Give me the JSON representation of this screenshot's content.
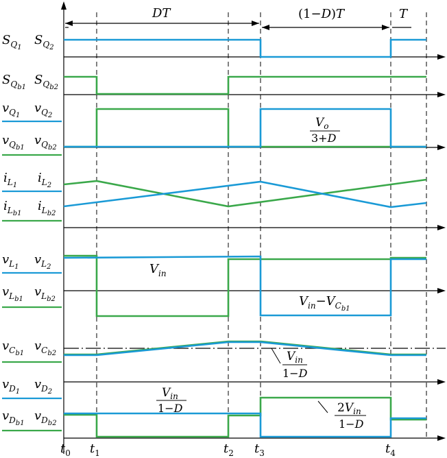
{
  "colors": {
    "blue": "#1a9ad6",
    "green": "#3aa84a",
    "axis": "#000000"
  },
  "intervals": {
    "dt": "DT",
    "one_minus_d_open": "(1−",
    "one_minus_d_D": "D",
    "one_minus_d_close": ")",
    "one_minus_d_T": "T",
    "t": "T"
  },
  "row_labels": {
    "sq": {
      "a": "S",
      "a_sub": "Q",
      "a_subsub": "1",
      "b": "S",
      "b_sub": "Q",
      "b_subsub": "2"
    },
    "sqb": {
      "a": "S",
      "a_sub": "Q",
      "a_subsub": "b1",
      "b": "S",
      "b_sub": "Q",
      "b_subsub": "b2"
    },
    "vq": {
      "a": "v",
      "a_sub": "Q",
      "a_subsub": "1",
      "b": "v",
      "b_sub": "Q",
      "b_subsub": "2"
    },
    "vqb": {
      "a": "v",
      "a_sub": "Q",
      "a_subsub": "b1",
      "b": "v",
      "b_sub": "Q",
      "b_subsub": "b2"
    },
    "il": {
      "a": "i",
      "a_sub": "L",
      "a_subsub": "1",
      "b": "i",
      "b_sub": "L",
      "b_subsub": "2"
    },
    "ilb": {
      "a": "i",
      "a_sub": "L",
      "a_subsub": "b1",
      "b": "i",
      "b_sub": "L",
      "b_subsub": "b2"
    },
    "vl": {
      "a": "v",
      "a_sub": "L",
      "a_subsub": "1",
      "b": "v",
      "b_sub": "L",
      "b_subsub": "2"
    },
    "vlb": {
      "a": "v",
      "a_sub": "L",
      "a_subsub": "b1",
      "b": "v",
      "b_sub": "L",
      "b_subsub": "b2"
    },
    "vc": {
      "a": "v",
      "a_sub": "C",
      "a_subsub": "b1",
      "b": "v",
      "b_sub": "C",
      "b_subsub": "b2"
    },
    "vd": {
      "a": "v",
      "a_sub": "D",
      "a_subsub": "1",
      "b": "v",
      "b_sub": "D",
      "b_subsub": "2"
    },
    "vdb": {
      "a": "v",
      "a_sub": "D",
      "a_subsub": "b1",
      "b": "v",
      "b_sub": "D",
      "b_subsub": "b2"
    }
  },
  "annotations": {
    "vo_num_v": "V",
    "vo_num_sub": "o",
    "vo_den": "3+",
    "vo_den_d": "D",
    "vin_v": "V",
    "vin_sub": "in",
    "vin_minus_vc_v": "V",
    "vin_minus_vc_sub": "in",
    "vin_minus_vc_minus": "−",
    "vin_minus_vc_v2": "V",
    "vin_minus_vc_sub2": "C",
    "vin_minus_vc_subsub2": "b1",
    "vc_frac_num_v": "V",
    "vc_frac_num_sub": "in",
    "vc_frac_den": "1−",
    "vc_frac_den_d": "D",
    "vd_frac_num_v": "V",
    "vd_frac_num_sub": "in",
    "vd_frac_den": "1−",
    "vd_frac_den_d": "D",
    "vd2_frac_num_2": "2",
    "vd2_frac_num_v": "V",
    "vd2_frac_num_sub": "in",
    "vd2_frac_den": "1−",
    "vd2_frac_den_d": "D"
  },
  "time_labels": [
    {
      "t": "t",
      "sub": "0"
    },
    {
      "t": "t",
      "sub": "1"
    },
    {
      "t": "t",
      "sub": "2"
    },
    {
      "t": "t",
      "sub": "3"
    },
    {
      "t": "t",
      "sub": "4"
    }
  ]
}
